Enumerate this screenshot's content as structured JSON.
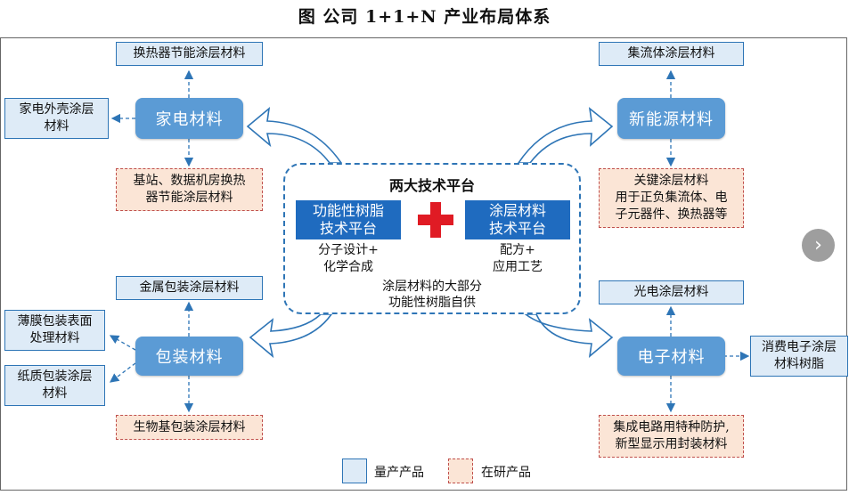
{
  "title": "图  公司 1+1+N 产业布局体系",
  "colors": {
    "category": "#5b9bd5",
    "product_fill": "#deebf7",
    "product_border": "#2e75b6",
    "research_fill": "#fbe5d6",
    "research_border": "#c0504d",
    "platform": "#1f6bbf",
    "plus": "#e01b24"
  },
  "center": {
    "title": "两大技术平台",
    "platform_left": "功能性树脂\n技术平台",
    "platform_right": "涂层材料\n技术平台",
    "sub_left": "分子设计+\n化学合成",
    "sub_right": "配方+\n应用工艺",
    "note": "涂层材料的大部分\n功能性树脂自供"
  },
  "categories": {
    "appliance": "家电材料",
    "new_energy": "新能源材料",
    "packaging": "包装材料",
    "electronics": "电子材料"
  },
  "products": {
    "heat_exchanger": "换热器节能涂层材料",
    "appliance_shell": "家电外壳涂层\n材料",
    "base_station": "基站、数据机房换热\n器节能涂层材料",
    "collector": "集流体涂层材料",
    "key_coating": "关键涂层材料\n用于正负集流体、电\n子元器件、换热器等",
    "metal_pack": "金属包装涂层材料",
    "film_pack": "薄膜包装表面\n处理材料",
    "paper_pack": "纸质包装涂层\n材料",
    "bio_pack": "生物基包装涂层材料",
    "optoelectronic": "光电涂层材料",
    "consumer_elec": "消费电子涂层\n材料树脂",
    "ic_protect": "集成电路用特种防护,\n新型显示用封装材料"
  },
  "legend": {
    "mass": "量产产品",
    "research": "在研产品"
  },
  "nav": {
    "next_icon": "›"
  }
}
